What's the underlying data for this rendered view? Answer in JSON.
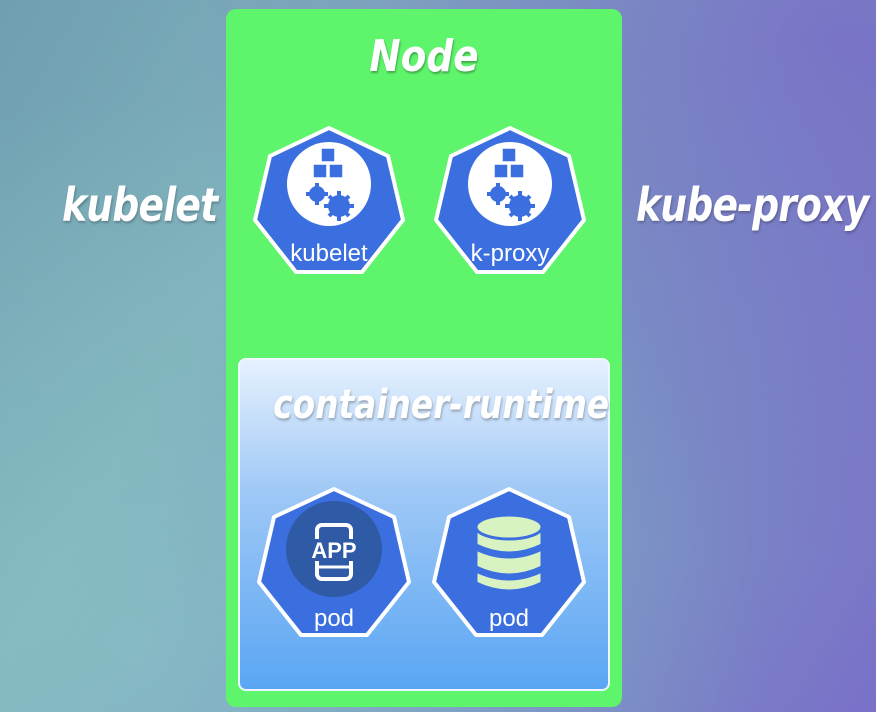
{
  "labels": {
    "left": "kubelet",
    "right": "kube-proxy"
  },
  "node": {
    "title": "Node",
    "components": [
      {
        "label": "kubelet",
        "icon": "cubes-gears-icon"
      },
      {
        "label": "k-proxy",
        "icon": "cubes-gears-icon"
      }
    ]
  },
  "runtime": {
    "title": "container-runtime",
    "pods": [
      {
        "label": "pod",
        "icon": "app-phone-icon",
        "icon_text": "APP"
      },
      {
        "label": "pod",
        "icon": "database-icon"
      }
    ]
  },
  "colors": {
    "node_green": "#5ef46b",
    "hex_blue": "#3b6fe0",
    "hex_border": "#ffffff"
  }
}
